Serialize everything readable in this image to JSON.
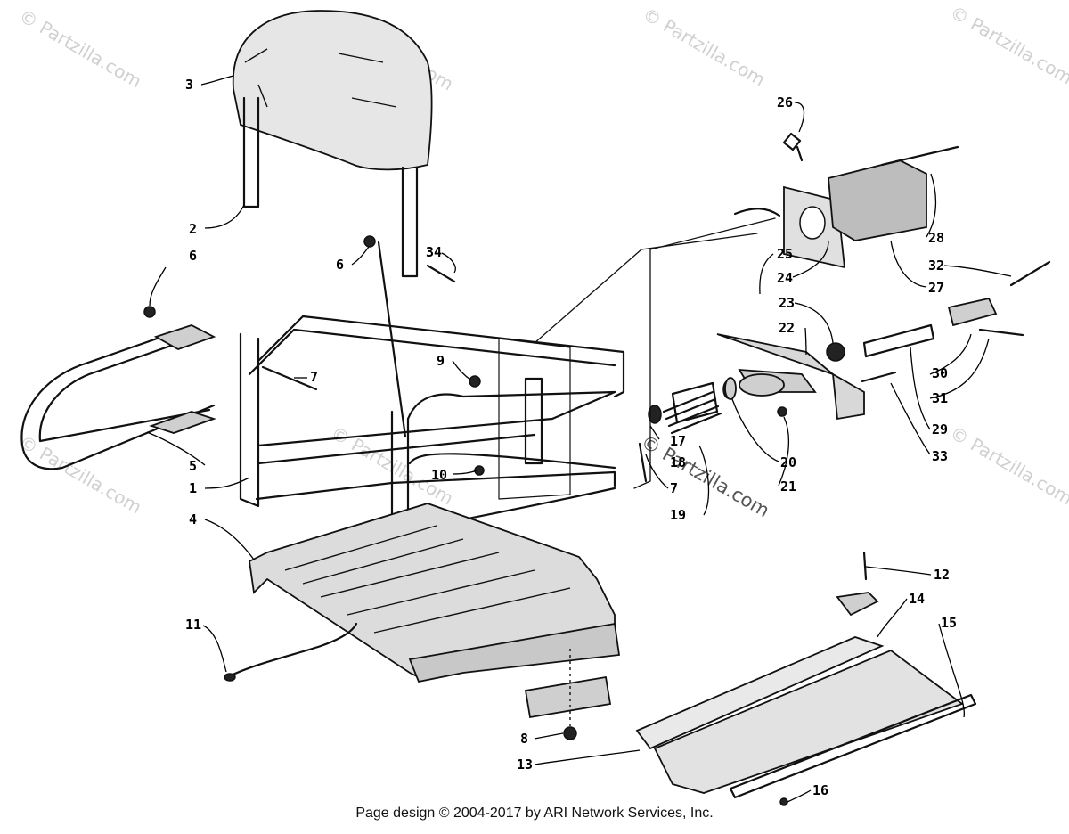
{
  "watermark": "© Partzilla.com",
  "footer": "Page design © 2004-2017 by ARI Network Services, Inc.",
  "callouts": {
    "c1": "1",
    "c2": "2",
    "c3": "3",
    "c4": "4",
    "c5": "5",
    "c6a": "6",
    "c6b": "6",
    "c7a": "7",
    "c7b": "7",
    "c8": "8",
    "c9": "9",
    "c10": "10",
    "c11": "11",
    "c12": "12",
    "c13": "13",
    "c14": "14",
    "c15": "15",
    "c16": "16",
    "c17": "17",
    "c18": "18",
    "c19": "19",
    "c20": "20",
    "c21": "21",
    "c22": "22",
    "c23": "23",
    "c24": "24",
    "c25": "25",
    "c26": "26",
    "c27": "27",
    "c28": "28",
    "c29": "29",
    "c30": "30",
    "c31": "31",
    "c32": "32",
    "c33": "33",
    "c34": "34"
  }
}
